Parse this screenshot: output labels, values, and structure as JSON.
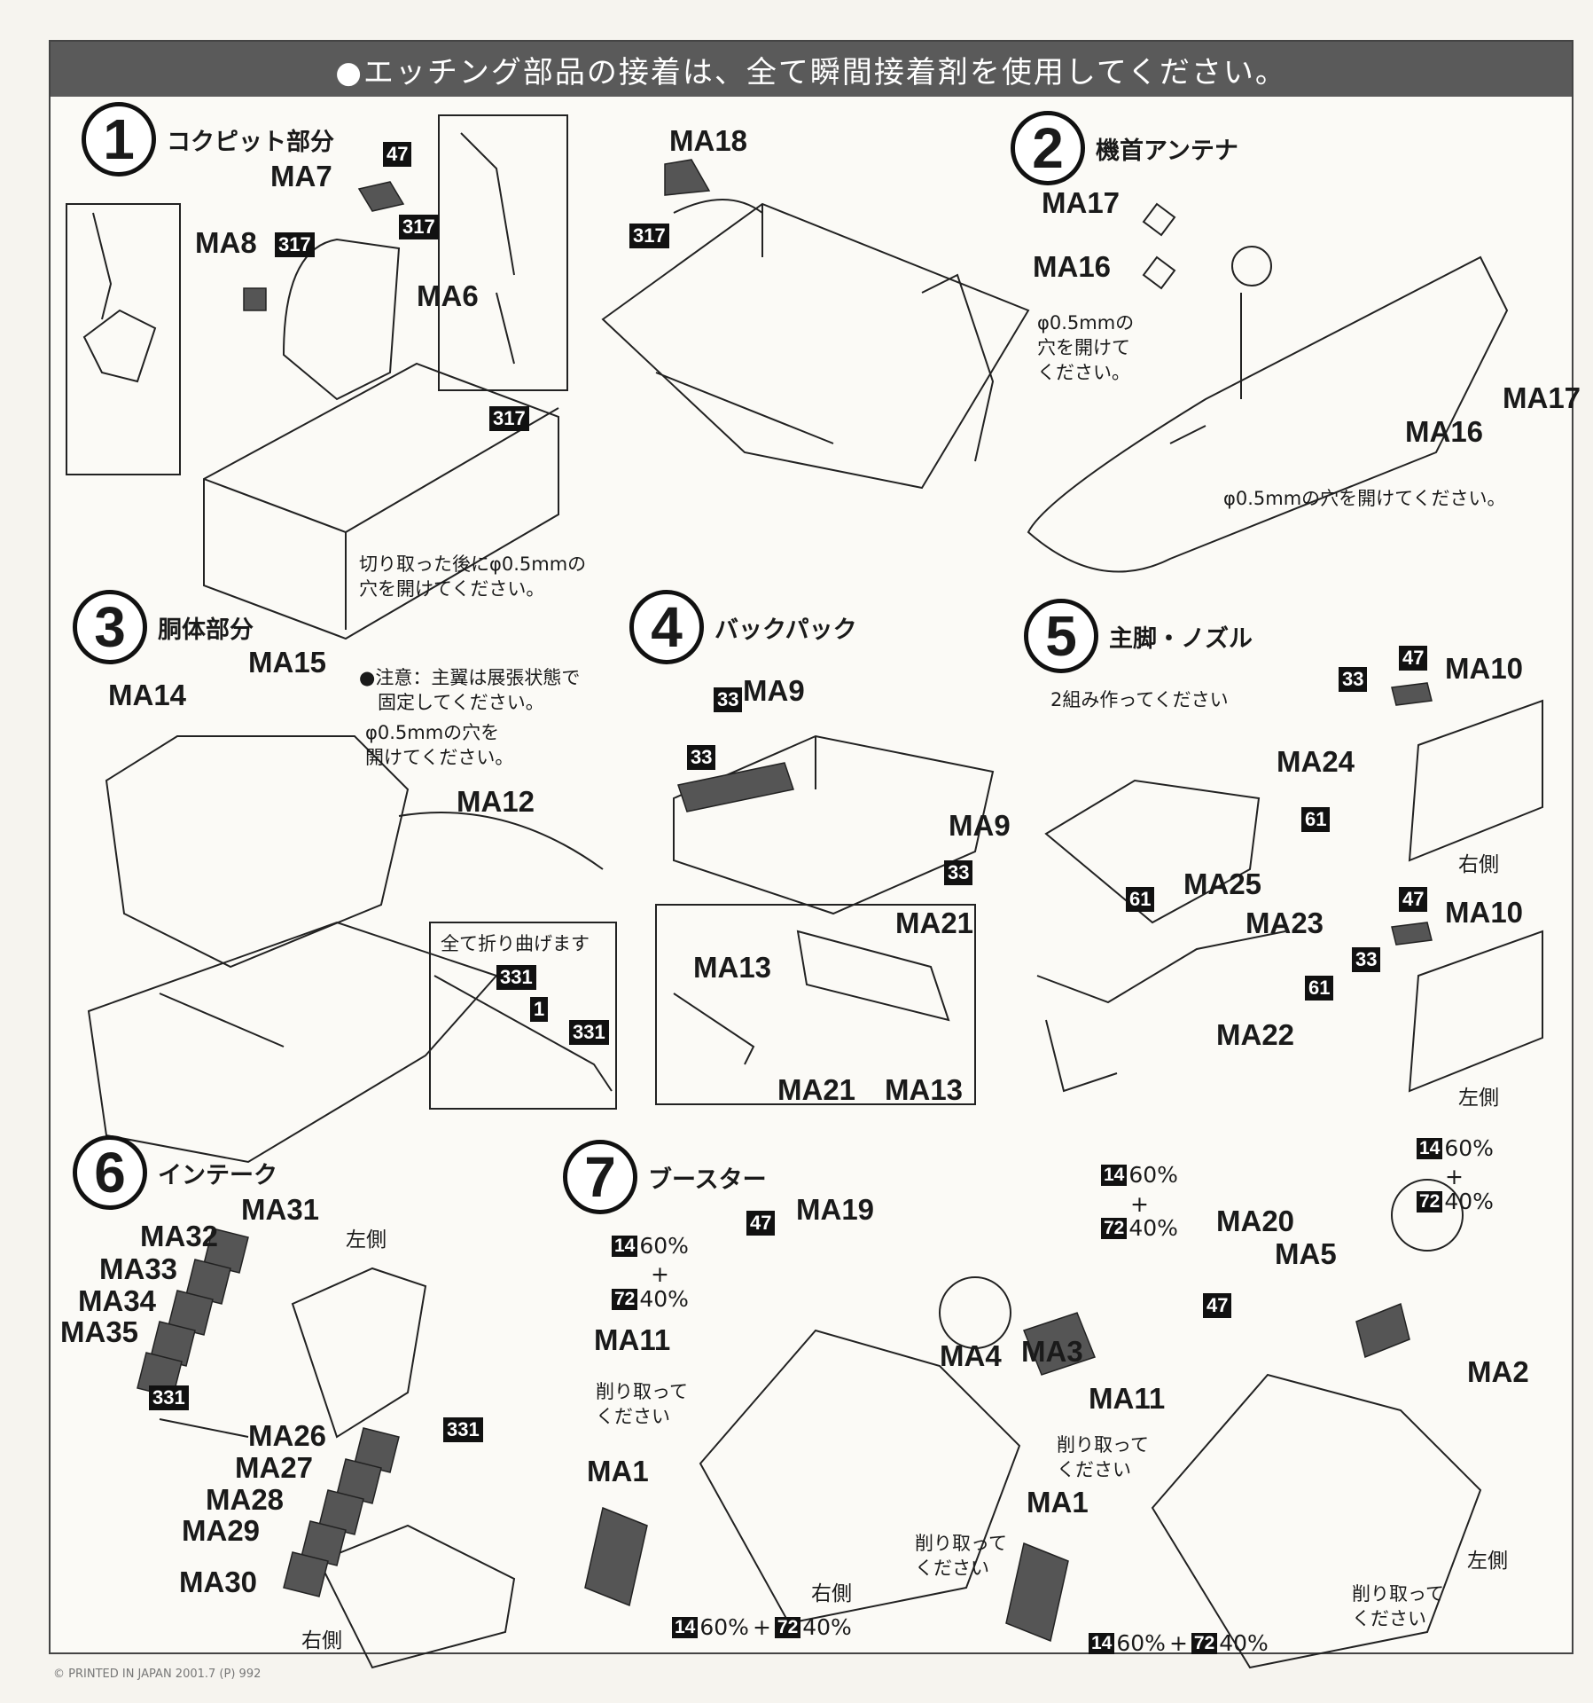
{
  "banner": "●エッチング部品の接着は、全て瞬間接着剤を使用してください。",
  "steps": {
    "s1": {
      "num": "1",
      "title": "コクピット部分"
    },
    "s2": {
      "num": "2",
      "title": "機首アンテナ"
    },
    "s3": {
      "num": "3",
      "title": "胴体部分"
    },
    "s4": {
      "num": "4",
      "title": "バックパック"
    },
    "s5": {
      "num": "5",
      "title": "主脚・ノズル"
    },
    "s6": {
      "num": "6",
      "title": "インテーク"
    },
    "s7": {
      "num": "7",
      "title": "ブースター"
    }
  },
  "part_labels": {
    "ma7": "MA7",
    "ma8": "MA8",
    "ma6": "MA6",
    "ma18": "MA18",
    "ma17a": "MA17",
    "ma16a": "MA16",
    "ma17b": "MA17",
    "ma16b": "MA16",
    "ma14": "MA14",
    "ma15": "MA15",
    "ma12": "MA12",
    "ma9a": "MA9",
    "ma9b": "MA9",
    "ma21a": "MA21",
    "ma13a": "MA13",
    "ma21b": "MA21",
    "ma13b": "MA13",
    "ma10a": "MA10",
    "ma24": "MA24",
    "ma25": "MA25",
    "ma10b": "MA10",
    "ma23": "MA23",
    "ma22": "MA22",
    "ma31": "MA31",
    "ma32": "MA32",
    "ma33": "MA33",
    "ma34": "MA34",
    "ma35": "MA35",
    "ma26": "MA26",
    "ma27": "MA27",
    "ma28": "MA28",
    "ma29": "MA29",
    "ma30": "MA30",
    "ma19": "MA19",
    "ma11a": "MA11",
    "ma1a": "MA1",
    "ma4": "MA4",
    "ma3": "MA3",
    "ma20": "MA20",
    "ma5": "MA5",
    "ma11b": "MA11",
    "ma2": "MA2",
    "ma1b": "MA1"
  },
  "codes": {
    "c47a": "47",
    "c317a": "317",
    "c317b": "317",
    "c317c": "317",
    "c317d": "317",
    "c33a": "33",
    "c33b": "33",
    "c33c": "33",
    "c331a": "331",
    "c1": "1",
    "c331b": "331",
    "c33d": "33",
    "c47b": "47",
    "c61a": "61",
    "c61b": "61",
    "c61c": "61",
    "c47c": "47",
    "c33e": "33",
    "c331c": "331",
    "c331d": "331",
    "c47d": "47",
    "c47e": "47"
  },
  "notes": {
    "n1": "切り取った後にφ0.5mmの\n穴を開けてください。",
    "n2a": "φ0.5mmの\n穴を開けて\nください。",
    "n2b": "φ0.5mmの穴を開けてください。",
    "n3a": "●注意：主翼は展張状態で\n　固定してください。",
    "n3b": "φ0.5mmの穴を\n開けてください。",
    "n3c": "全て折り曲げます",
    "n5": "2組み作ってください",
    "n7a": "削り取って\nください",
    "n7b": "削り取って\nください",
    "n7c": "削り取って\nください",
    "n7d": "削り取って\nください"
  },
  "sides": {
    "right5": "右側",
    "left5": "左側",
    "left6": "左側",
    "right6": "右側",
    "right7": "右側",
    "left7": "左側"
  },
  "ratios": {
    "a": {
      "c1": "14",
      "p1": "60%",
      "plus": "+",
      "c2": "72",
      "p2": "40%"
    },
    "b": {
      "c1": "14",
      "p1": "60%",
      "plus": "+",
      "c2": "72",
      "p2": "40%"
    },
    "c": {
      "c1": "14",
      "p1": "60%",
      "plus": "+",
      "c2": "72",
      "p2": "40%"
    },
    "d": {
      "c1": "14",
      "p1": "60%",
      "plus": "+",
      "c2": "72",
      "p2": "40%"
    },
    "e": {
      "c1": "14",
      "p1": "60%",
      "plus": "+",
      "c2": "72",
      "p2": "40%"
    }
  },
  "footer": "© PRINTED IN JAPAN 2001.7 (P) 992"
}
